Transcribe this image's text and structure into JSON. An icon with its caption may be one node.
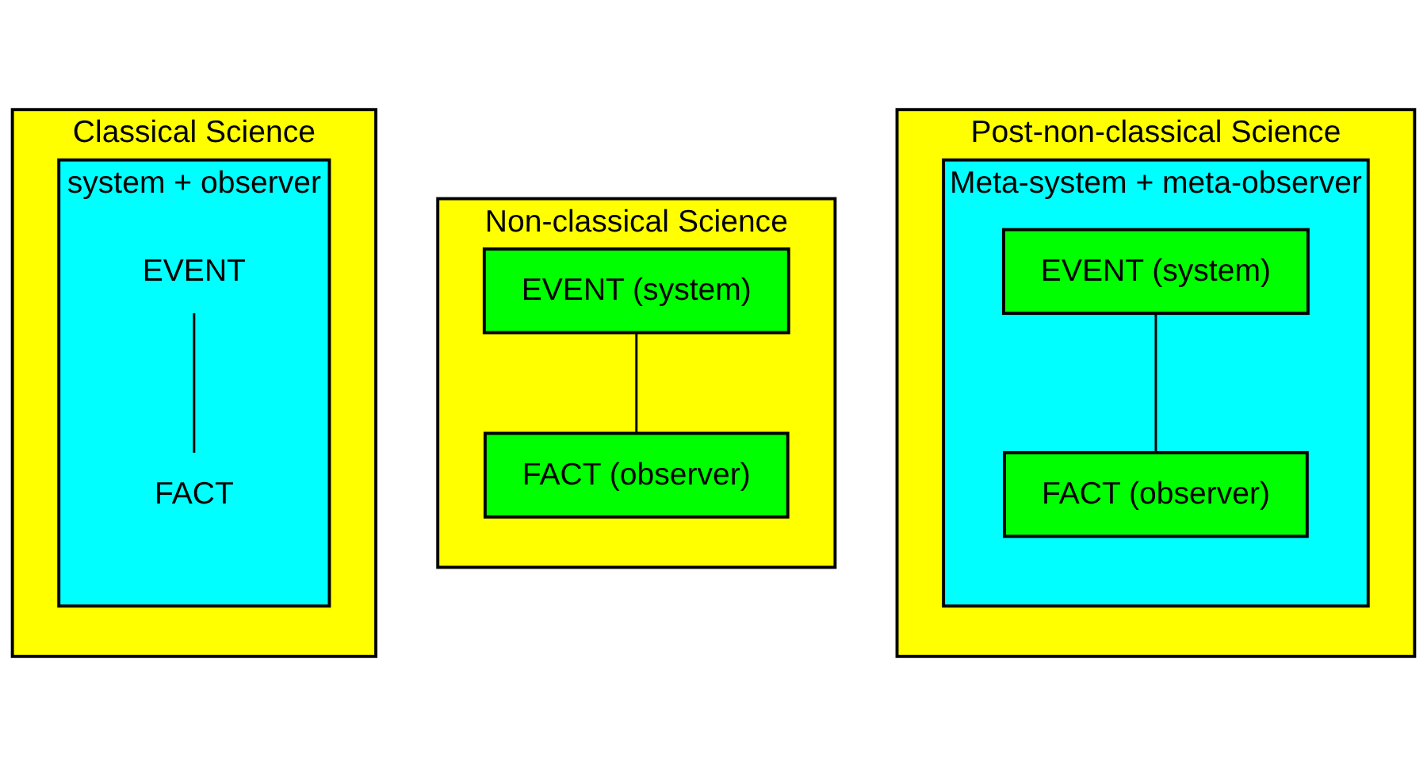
{
  "diagram": {
    "nodes": [
      {
        "text": [
          "Classical Science"
        ]
      },
      {
        "text": [
          "system + observer"
        ],
        "in": 0
      },
      {
        "text": [
          "EVENT"
        ],
        "in": 1
      },
      {
        "text": [
          "FACT"
        ],
        "in": 1
      },
      {
        "text": [
          "Non-classical Science"
        ]
      },
      {
        "text": [
          "EVENT (system)"
        ],
        "in": 4
      },
      {
        "text": [
          "FACT (observer)"
        ],
        "in": 4
      },
      {
        "text": [
          "Post-non-classical Science"
        ]
      },
      {
        "text": [
          "Meta-system + meta-observer"
        ],
        "in": 7
      },
      {
        "text": [
          "EVENT (system)"
        ],
        "in": 8
      },
      {
        "text": [
          "FACT (observer)"
        ],
        "in": 8
      }
    ],
    "edges": [
      {
        "from": 2,
        "to": 3,
        "arrow": "none"
      },
      {
        "from": 5,
        "to": 6,
        "arrow": "none"
      },
      {
        "from": 9,
        "to": 10,
        "arrow": "none"
      }
    ]
  }
}
